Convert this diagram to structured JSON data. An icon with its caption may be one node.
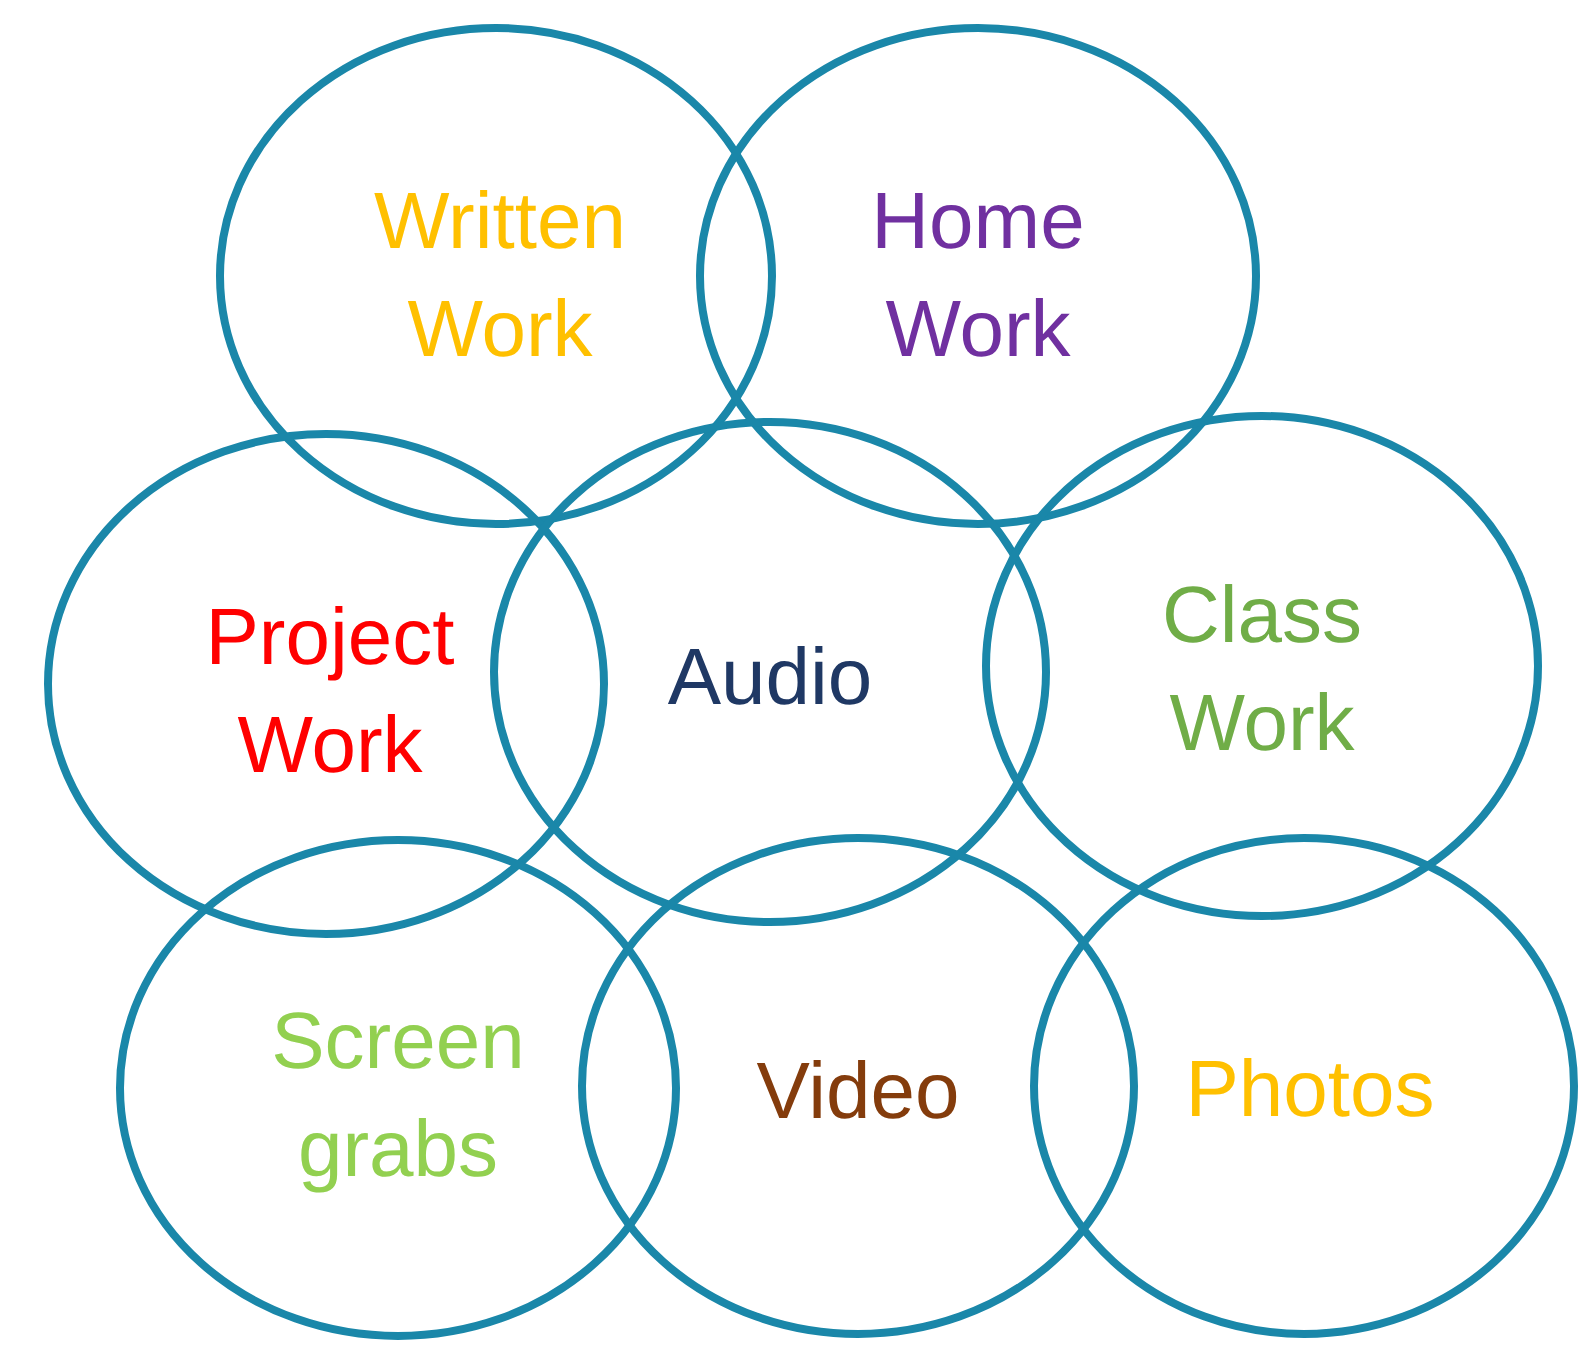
{
  "diagram": {
    "nodes": [
      {
        "text": [
          "Written Work"
        ]
      },
      {
        "text": [
          "Home Work"
        ]
      },
      {
        "text": [
          "Project Work"
        ]
      },
      {
        "text": [
          "Audio"
        ]
      },
      {
        "text": [
          "Class Work"
        ]
      },
      {
        "text": [
          "Screen grabs"
        ]
      },
      {
        "text": [
          "Video"
        ]
      },
      {
        "text": [
          "Photos"
        ]
      }
    ]
  }
}
